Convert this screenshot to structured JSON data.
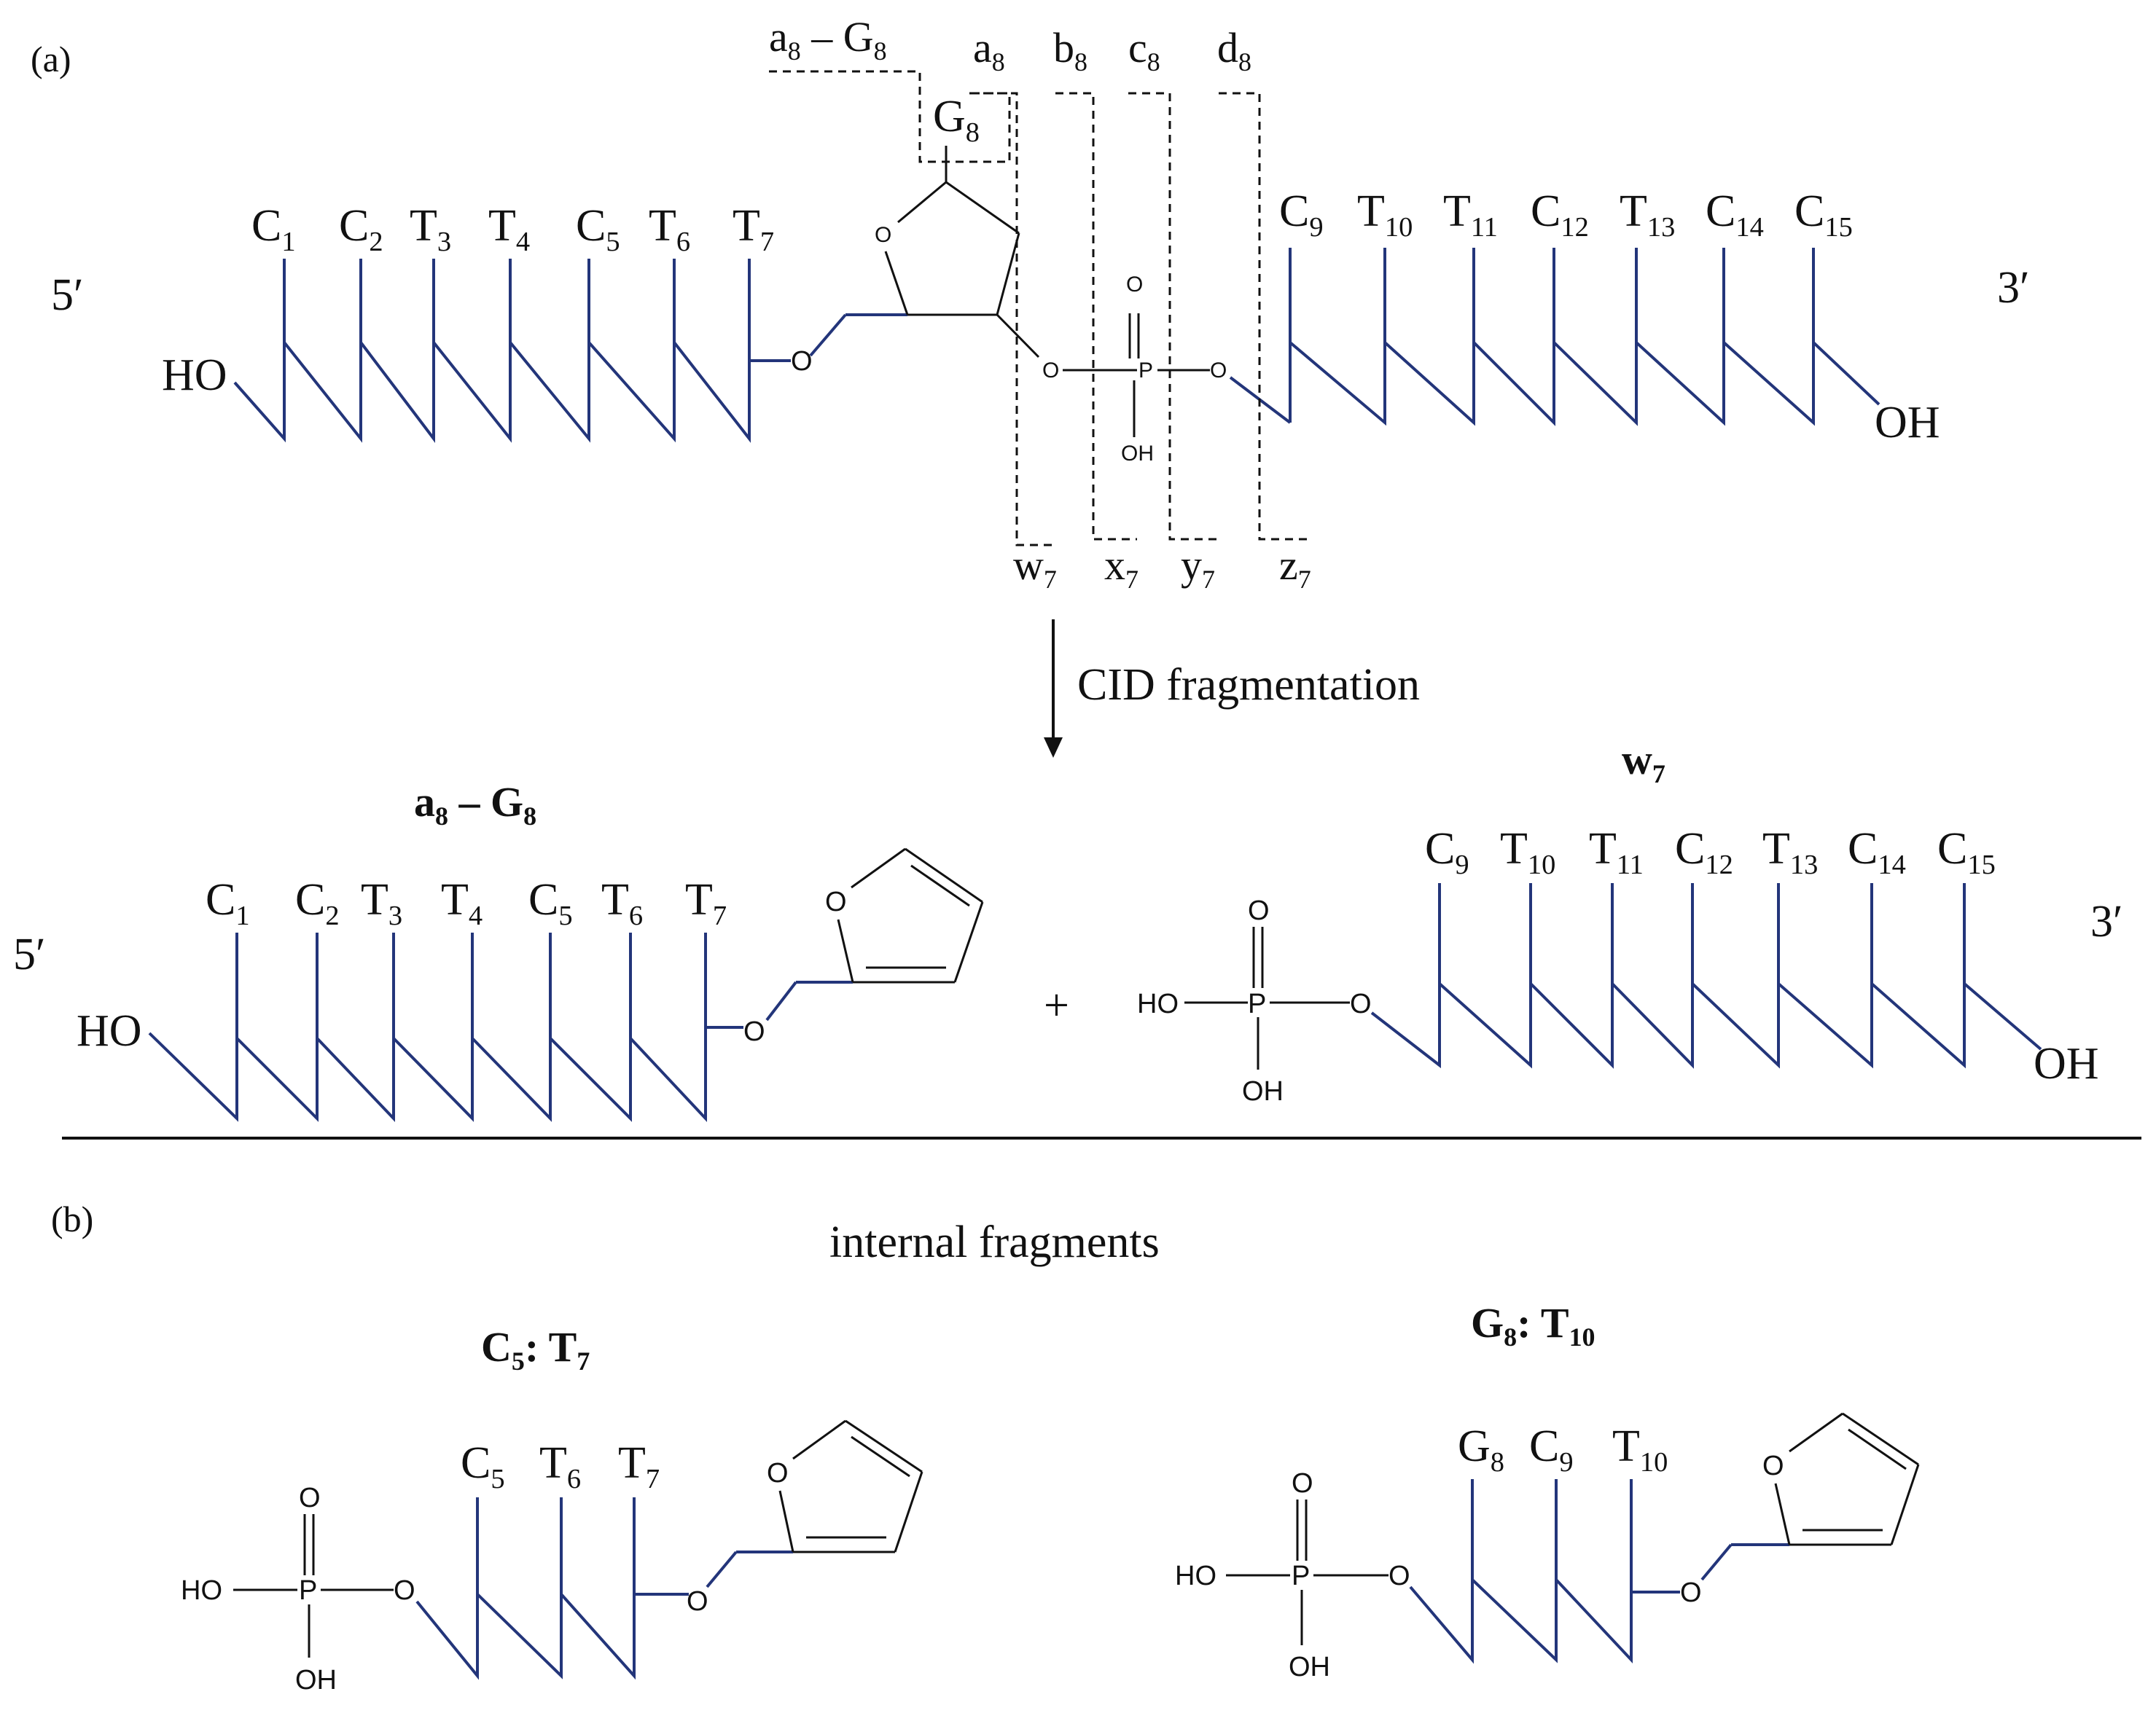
{
  "panels": {
    "a": "(a)",
    "b": "(b)"
  },
  "chain_top": {
    "five_prime": "5′",
    "three_prime": "3′",
    "ho": "HO",
    "oh": "OH",
    "left_bases": [
      {
        "base": "C",
        "num": "1"
      },
      {
        "base": "C",
        "num": "2"
      },
      {
        "base": "T",
        "num": "3"
      },
      {
        "base": "T",
        "num": "4"
      },
      {
        "base": "C",
        "num": "5"
      },
      {
        "base": "T",
        "num": "6"
      },
      {
        "base": "T",
        "num": "7"
      }
    ],
    "right_bases": [
      {
        "base": "C",
        "num": "9"
      },
      {
        "base": "T",
        "num": "10"
      },
      {
        "base": "T",
        "num": "11"
      },
      {
        "base": "C",
        "num": "12"
      },
      {
        "base": "T",
        "num": "13"
      },
      {
        "base": "C",
        "num": "14"
      },
      {
        "base": "C",
        "num": "15"
      }
    ],
    "g8": {
      "base": "G",
      "num": "8"
    },
    "atoms": {
      "o": "O",
      "p": "P",
      "oh": "OH"
    }
  },
  "cleavage_top": [
    {
      "letter": "a",
      "num": "8",
      "suffix": " – G",
      "suffix_num": "8"
    },
    {
      "letter": "a",
      "num": "8"
    },
    {
      "letter": "b",
      "num": "8"
    },
    {
      "letter": "c",
      "num": "8"
    },
    {
      "letter": "d",
      "num": "8"
    }
  ],
  "cleavage_bottom": [
    {
      "letter": "w",
      "num": "7"
    },
    {
      "letter": "x",
      "num": "7"
    },
    {
      "letter": "y",
      "num": "7"
    },
    {
      "letter": "z",
      "num": "7"
    }
  ],
  "arrow_label": "CID fragmentation",
  "frag_a": {
    "title": {
      "letter": "a",
      "num": "8",
      "suffix": " – G",
      "suffix_num": "8"
    },
    "five_prime": "5′",
    "ho": "HO",
    "bases": [
      {
        "base": "C",
        "num": "1"
      },
      {
        "base": "C",
        "num": "2"
      },
      {
        "base": "T",
        "num": "3"
      },
      {
        "base": "T",
        "num": "4"
      },
      {
        "base": "C",
        "num": "5"
      },
      {
        "base": "T",
        "num": "6"
      },
      {
        "base": "T",
        "num": "7"
      }
    ]
  },
  "plus": "+",
  "frag_w": {
    "title": {
      "letter": "w",
      "num": "7"
    },
    "three_prime": "3′",
    "oh": "OH",
    "bases": [
      {
        "base": "C",
        "num": "9"
      },
      {
        "base": "T",
        "num": "10"
      },
      {
        "base": "T",
        "num": "11"
      },
      {
        "base": "C",
        "num": "12"
      },
      {
        "base": "T",
        "num": "13"
      },
      {
        "base": "C",
        "num": "14"
      },
      {
        "base": "C",
        "num": "15"
      }
    ]
  },
  "internal_title": "internal fragments",
  "internal_1": {
    "title": {
      "a": "C",
      "a_num": "5",
      "sep": ": ",
      "b": "T",
      "b_num": "7"
    },
    "bases": [
      {
        "base": "C",
        "num": "5"
      },
      {
        "base": "T",
        "num": "6"
      },
      {
        "base": "T",
        "num": "7"
      }
    ]
  },
  "internal_2": {
    "title": {
      "a": "G",
      "a_num": "8",
      "sep": ": ",
      "b": "T",
      "b_num": "10"
    },
    "bases": [
      {
        "base": "G",
        "num": "8"
      },
      {
        "base": "C",
        "num": "9"
      },
      {
        "base": "T",
        "num": "10"
      }
    ]
  },
  "phosphate_atoms": {
    "ho": "HO",
    "p": "P",
    "o": "O",
    "oh": "OH"
  },
  "colors": {
    "backbone": "#23357a",
    "ink": "#111111"
  }
}
